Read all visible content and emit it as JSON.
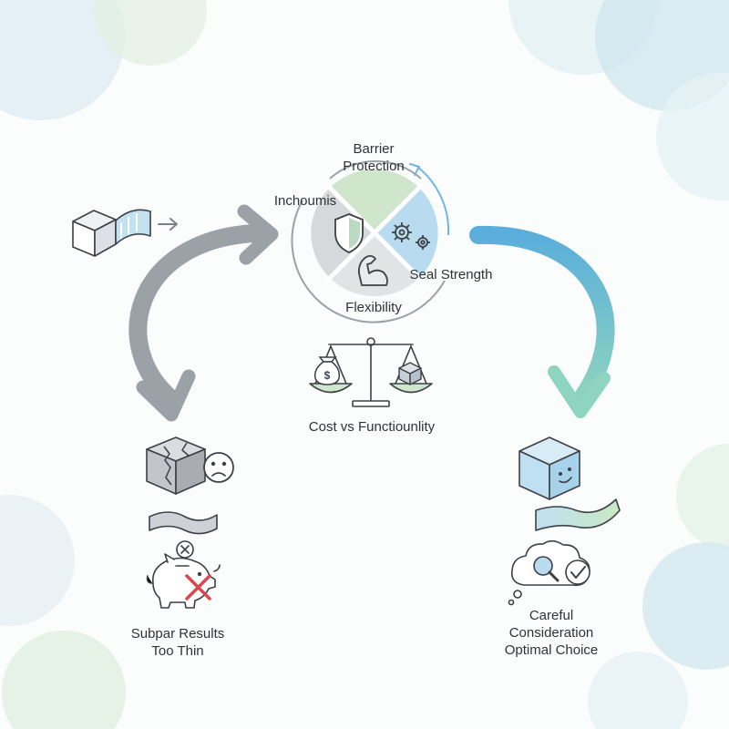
{
  "colors": {
    "gray_arrow": "#9ca1a8",
    "blue_arrow": "#5aaedb",
    "teal_arrow": "#8ed4bf",
    "green_quadrant": "#cfe5cc",
    "blue_quadrant": "#b9dbef",
    "gray_quadrant": "#d9dadc",
    "red_cross": "#e0454d"
  },
  "wheel": {
    "top_label": "Barrier\nProtection",
    "left_label": "Inchoumis",
    "right_label": "Seal Strength",
    "bottom_label": "Flexibility",
    "icons": [
      "shield-icon",
      "gears-icon",
      "flexed-arm-icon"
    ]
  },
  "balance": {
    "label": "Cost vs Functiounlity",
    "icons": [
      "money-bag-icon",
      "box-icon"
    ],
    "money_symbol": "$"
  },
  "left_outcome": {
    "label": "Subpar Results\nToo Thin",
    "icons": [
      "cracked-box-icon",
      "sad-face-icon",
      "thin-film-icon",
      "piggy-bank-icon",
      "cancel-icon"
    ]
  },
  "right_outcome": {
    "label": "Careful\nConsideration\nOptimal Choice",
    "icons": [
      "happy-box-icon",
      "film-icon",
      "magnifier-cloud-icon",
      "check-icon"
    ]
  },
  "top_left": {
    "icons": [
      "box-with-film-icon",
      "small-arrow-icon"
    ]
  }
}
